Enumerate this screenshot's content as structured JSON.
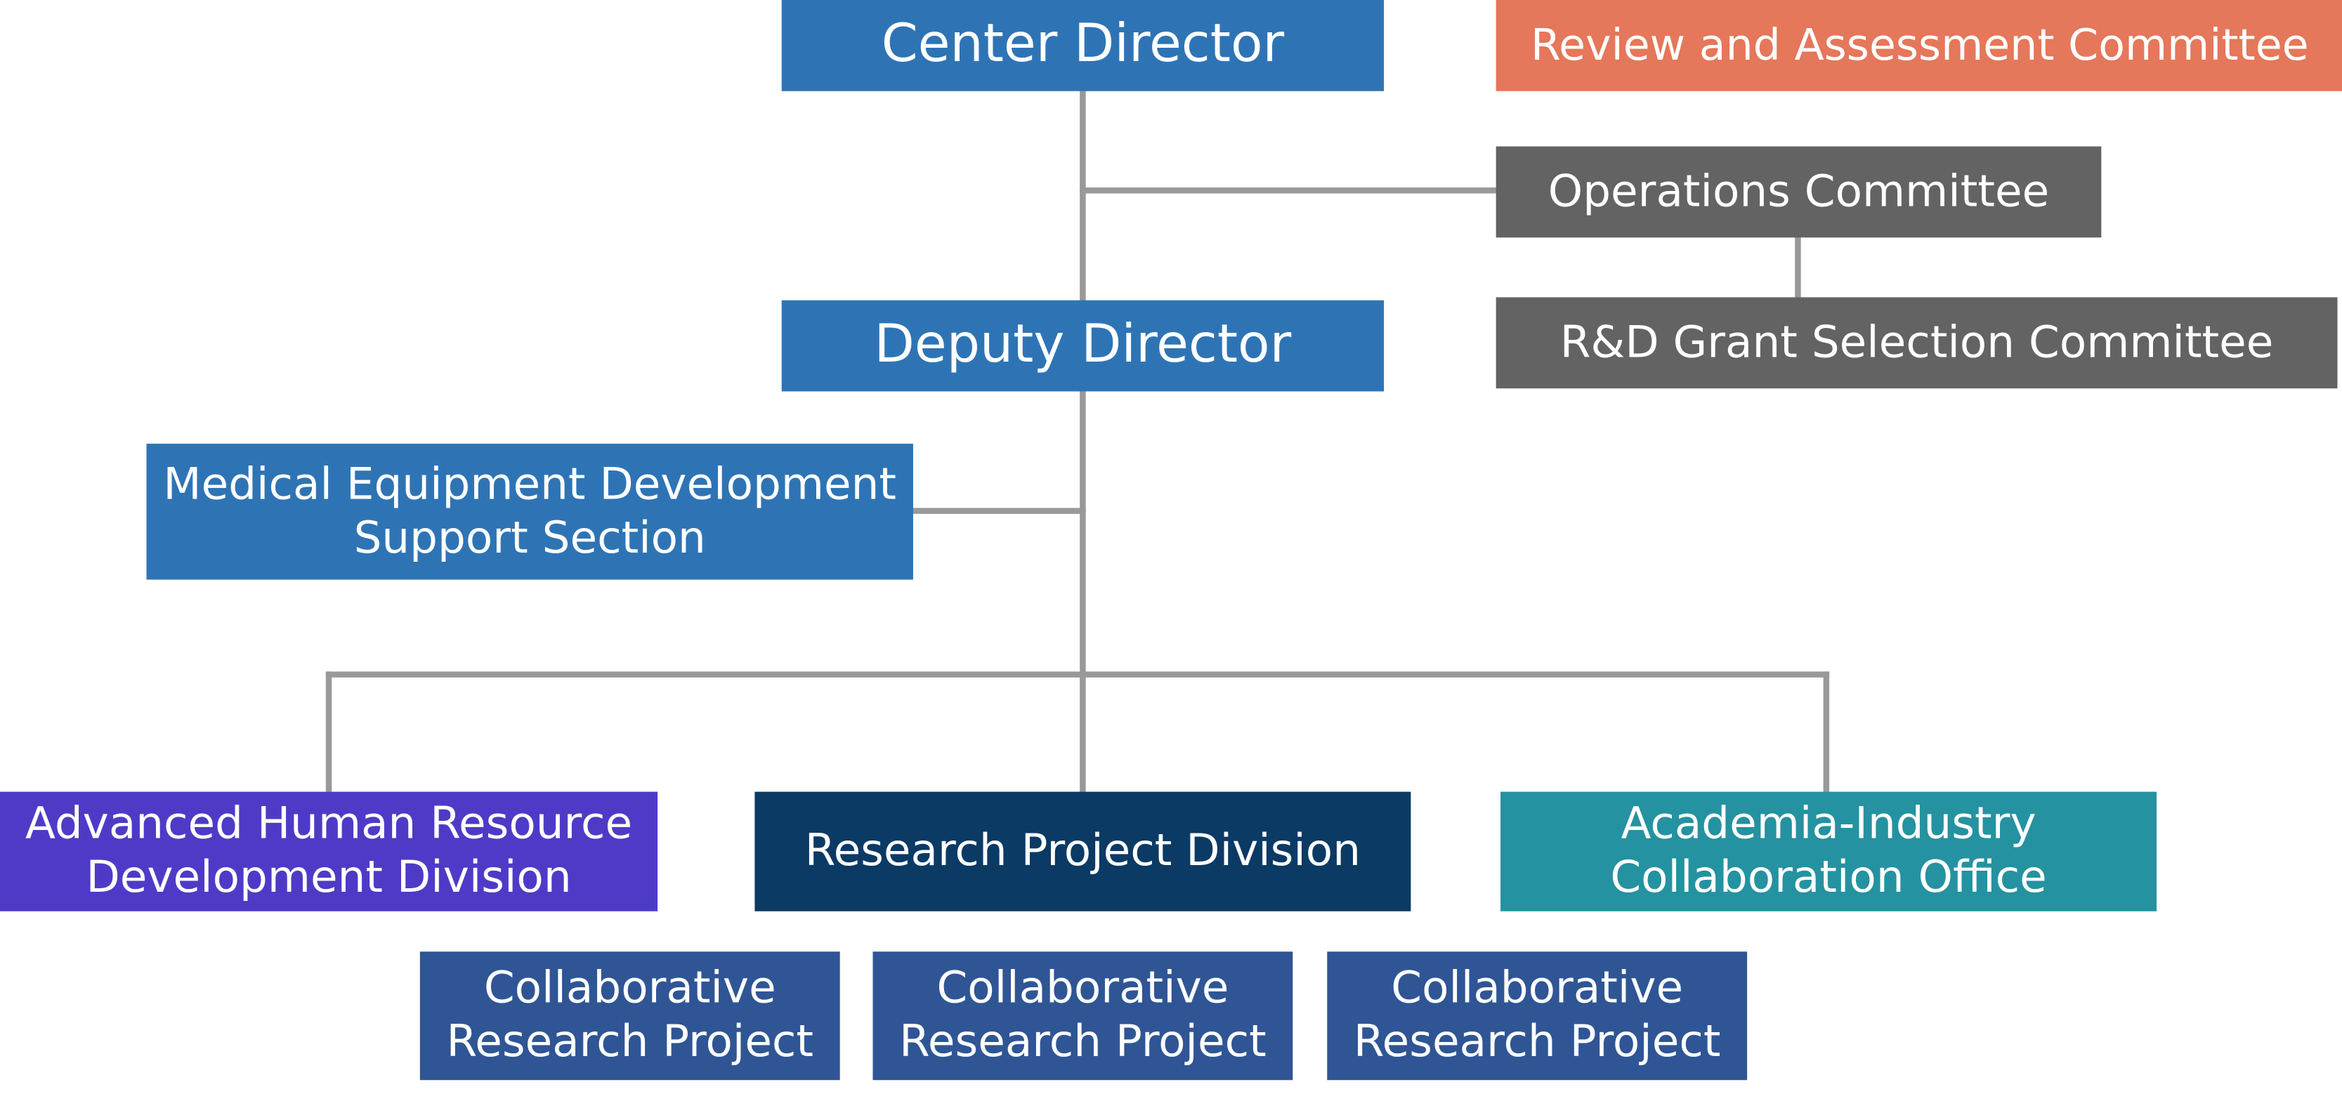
{
  "diagram": {
    "colors": {
      "blue": "#2e74b5",
      "orange": "#e5775a",
      "gray": "#636363",
      "purple": "#4d3bc7",
      "navy": "#0b3a65",
      "teal": "#2492a0",
      "project_blue": "#2f5595",
      "connector": "#999999"
    },
    "nodes": {
      "center_director": {
        "label": "Center Director"
      },
      "review_committee": {
        "label": "Review and Assessment Committee"
      },
      "operations_committee": {
        "label": "Operations Committee"
      },
      "grant_committee": {
        "label": "R&D Grant Selection Committee"
      },
      "deputy_director": {
        "label": "Deputy Director"
      },
      "medical_section": {
        "line1": "Medical Equipment Development",
        "line2": "Support Section"
      },
      "hr_division": {
        "line1": "Advanced Human Resource",
        "line2": "Development Division"
      },
      "research_division": {
        "label": "Research Project Division"
      },
      "academia_office": {
        "line1": "Academia-Industry",
        "line2": "Collaboration Office"
      },
      "projects": [
        {
          "line1": "Collaborative",
          "line2": "Research Project"
        },
        {
          "line1": "Collaborative",
          "line2": "Research Project"
        },
        {
          "line1": "Collaborative",
          "line2": "Research Project"
        }
      ]
    }
  }
}
